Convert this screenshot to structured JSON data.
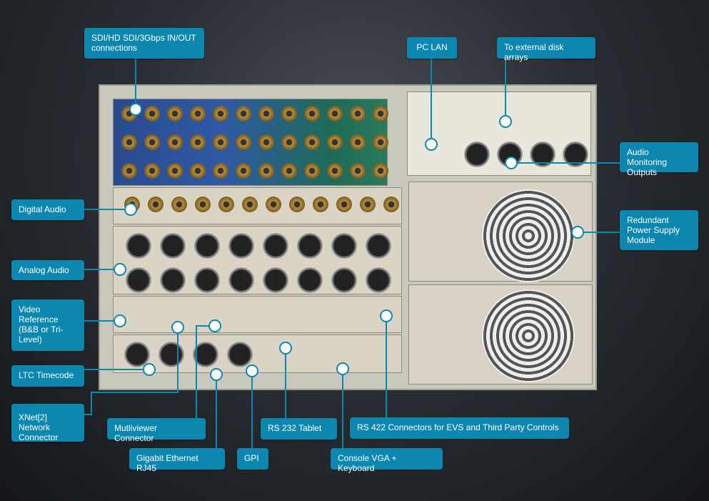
{
  "callouts": {
    "sdi": "SDI/HD SDI/3Gbps IN/OUT connections",
    "pc_lan": "PC LAN",
    "disk": "To external disk arrays",
    "audio_mon": "Audio Monitoring Outputs",
    "digital_audio": "Digital Audio",
    "power": "Redundant Power Supply Module",
    "analog_audio": "Analog Audio",
    "video_ref": "Video Reference (B&B or Tri-Level)",
    "ltc": "LTC Timecode",
    "xnet": "XNet[2] Network Connector",
    "multiviewer": "Mutliviewer Connector",
    "gigabit": "Gigabit Ethernet RJ45",
    "gpi": "GPI",
    "rs232": "RS 232 Tablet",
    "console": "Console VGA + Keyboard",
    "rs422": "RS 422 Connectors for EVS and Third Party Controls"
  },
  "colors": {
    "callout": "#0b87b0",
    "background": "#2b2f35"
  }
}
